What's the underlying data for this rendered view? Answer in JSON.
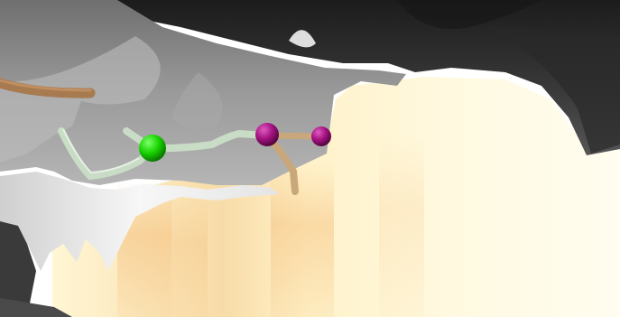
{
  "scene": {
    "kind": "3d-molecular-surface-render",
    "colors": {
      "background": "#ffffff",
      "dark_surface": "#2b2b2b",
      "grey_surface": "#8e8e8e",
      "light_surface": "#f1f1f1",
      "cream_surface": "#fff6d4",
      "orange_glow": "#f2b36a",
      "tube_pale_green": "#c9ddc6",
      "tube_tan": "#c8a77b",
      "tube_brown": "#a77a4f",
      "atom_green": "#19d400",
      "atom_magenta": "#a3127f"
    },
    "objects": [
      "dark-surface",
      "grey-surface",
      "white-surface",
      "cream-surface",
      "ligand-tube",
      "green-atom",
      "magenta-atom-1",
      "magenta-atom-2",
      "brown-tube"
    ]
  }
}
